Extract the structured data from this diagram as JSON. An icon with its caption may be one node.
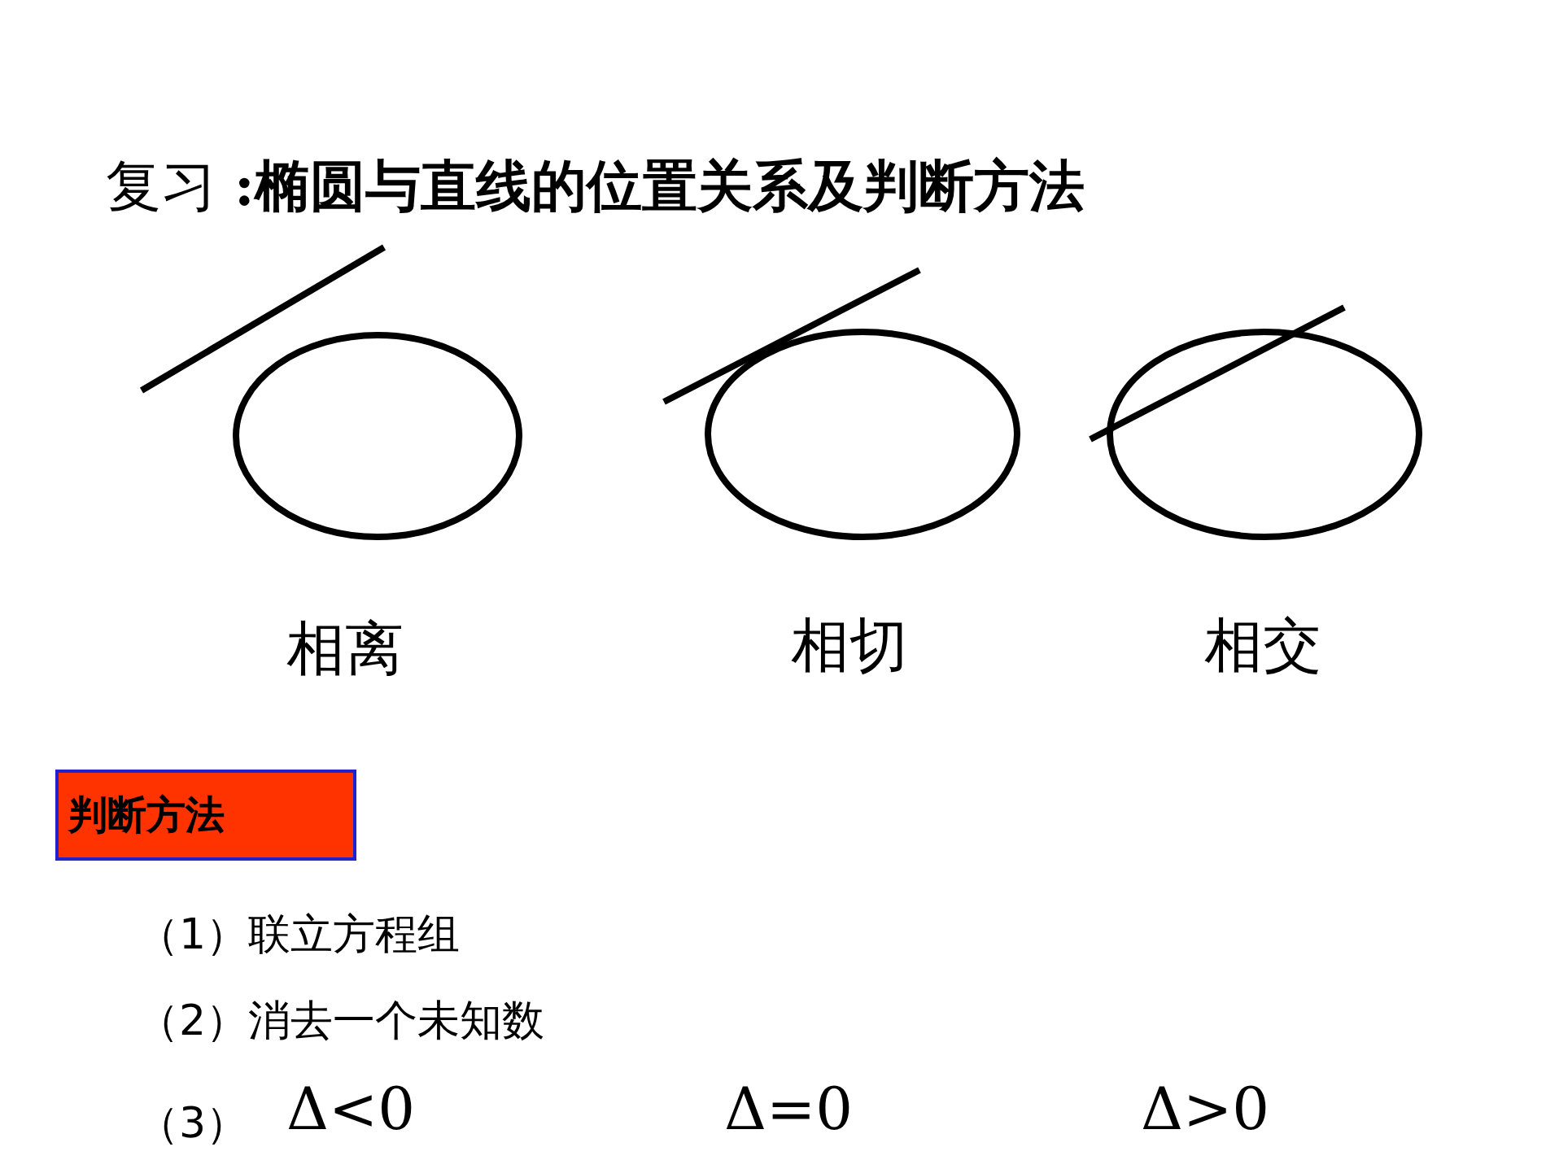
{
  "diagram": {
    "title": "复习 **:椭圆与直线的位置关系及判断方法**",
    "nodes": [
      {
        "text": [
          "判断方法"
        ]
      }
    ],
    "labels": [
      "相离",
      "相切",
      "相交",
      "（1）联立方程组",
      "（2）消去一个未知数",
      "（3）",
      "Δ<0",
      "Δ=0",
      "Δ>0"
    ]
  }
}
